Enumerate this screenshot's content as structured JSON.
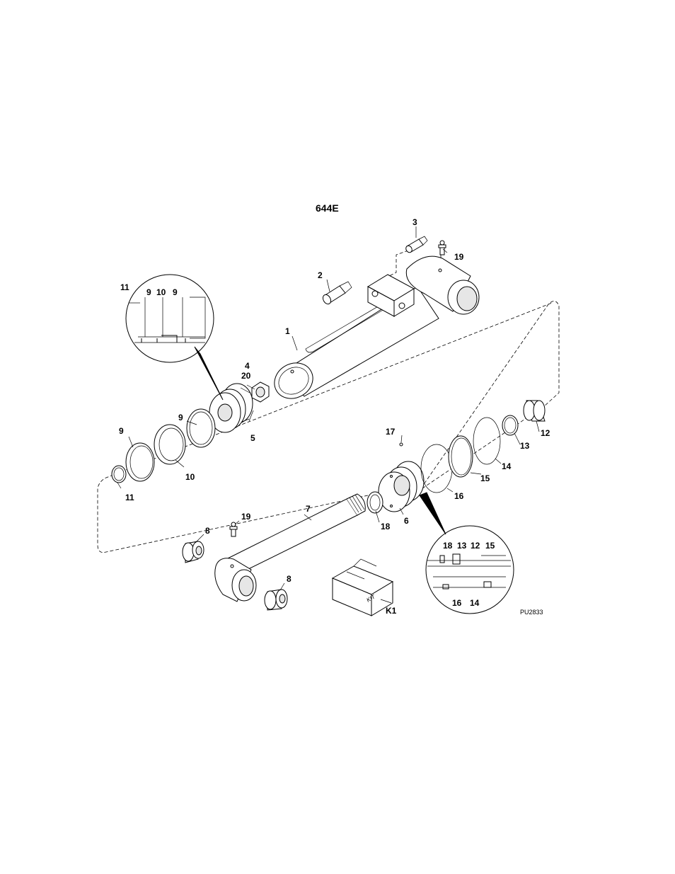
{
  "diagram": {
    "title": "644E",
    "figure_code": "PU2833",
    "kit_box_text": "KIT",
    "callouts": {
      "c1": "1",
      "c2": "2",
      "c3": "3",
      "c4": "4",
      "c20": "20",
      "c5": "5",
      "c6": "6",
      "c7": "7",
      "c8a": "8",
      "c8b": "8",
      "c9a": "9",
      "c9b": "9",
      "c10": "10",
      "c11": "11",
      "c12": "12",
      "c13": "13",
      "c14": "14",
      "c15": "15",
      "c16": "16",
      "c17": "17",
      "c18": "18",
      "c19a": "19",
      "c19b": "19",
      "k1": "K1"
    },
    "detail_piston": {
      "c11": "11",
      "c9a": "9",
      "c10": "10",
      "c9b": "9"
    },
    "detail_gland": {
      "c18": "18",
      "c13": "13",
      "c12": "12",
      "c15": "15",
      "c16": "16",
      "c14": "14"
    }
  }
}
